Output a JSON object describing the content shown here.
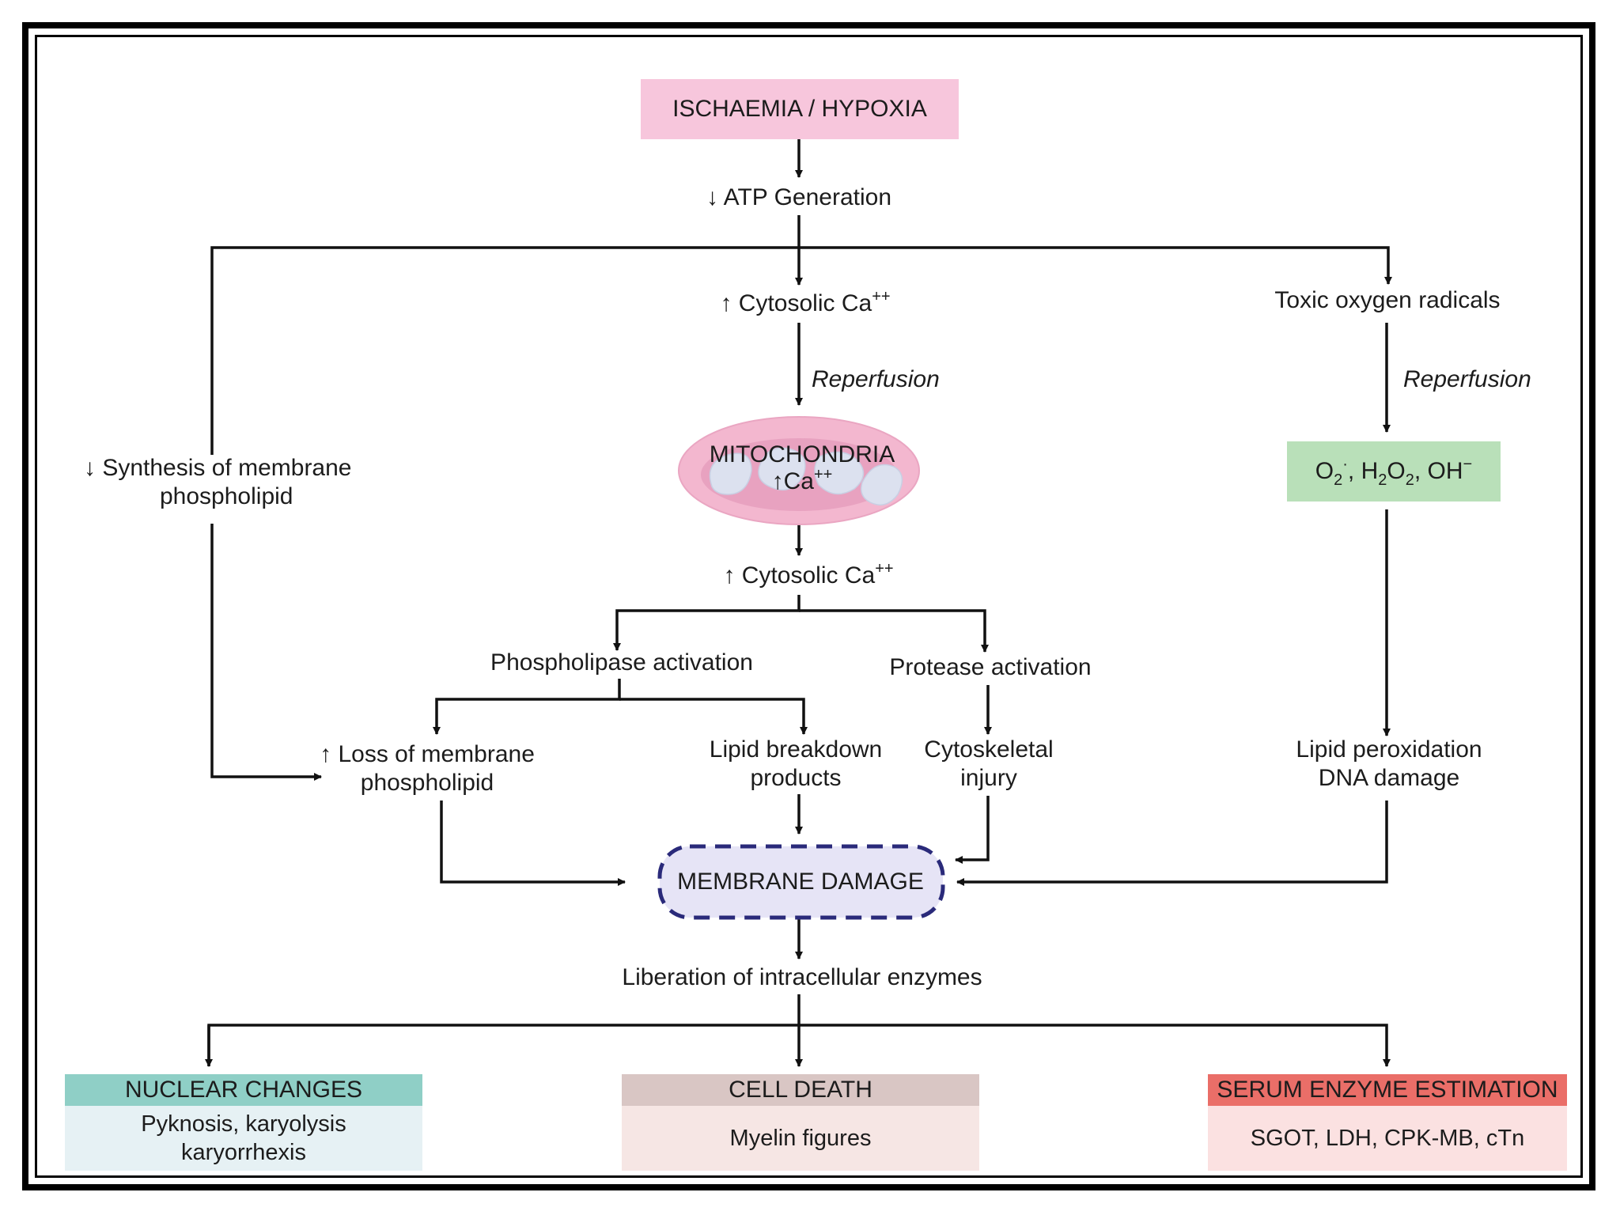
{
  "nodes": {
    "ischaemia": "ISCHAEMIA / HYPOXIA",
    "atp": "ATP Generation",
    "cytosolic_ca_1": "Cytosolic Ca",
    "toxic_radicals": "Toxic oxygen radicals",
    "reperfusion_1": "Reperfusion",
    "reperfusion_2": "Reperfusion",
    "synthesis_line1": "Synthesis of membrane",
    "synthesis_line2": "phospholipid",
    "mitochondria": "MITOCHONDRIA",
    "mito_ca": "Ca",
    "cytosolic_ca_2": "Cytosolic Ca",
    "phospholipase": "Phospholipase activation",
    "protease": "Protease activation",
    "loss_line1": "Loss of membrane",
    "loss_line2": "phospholipid",
    "lipid_breakdown_line1": "Lipid breakdown",
    "lipid_breakdown_line2": "products",
    "cytoskeletal_line1": "Cytoskeletal",
    "cytoskeletal_line2": "injury",
    "lipid_perox_line1": "Lipid peroxidation",
    "lipid_perox_line2": "DNA damage",
    "membrane_damage": "MEMBRANE DAMAGE",
    "liberation": "Liberation of intracellular enzymes"
  },
  "symbols": {
    "down_arrow": "↓",
    "up_arrow": "↑",
    "plus_plus": "++",
    "o2": "O",
    "two": "2",
    "dot_minus": "·",
    "h2o2_h": "H",
    "h2o2_o": "O",
    "comma": ", ",
    "oh": "OH",
    "minus": "−"
  },
  "outcomes": [
    {
      "title": "NUCLEAR CHANGES",
      "body_line1": "Pyknosis, karyolysis",
      "body_line2": "karyorrhexis"
    },
    {
      "title": "CELL DEATH",
      "body_line1": "Myelin figures",
      "body_line2": ""
    },
    {
      "title": "SERUM ENZYME ESTIMATION",
      "body_line1": "SGOT, LDH, CPK-MB, cTn",
      "body_line2": ""
    }
  ],
  "colors": {
    "ischaemia_fill": "#f7c6dc",
    "ros_fill": "#b9e0b9",
    "mito_outer": "#f3b7cf",
    "mito_inner": "#dce1ef",
    "membrane_fill": "#e6e4f6",
    "membrane_border": "#2a2a7a",
    "nuclear_head": "#8fcfc6",
    "nuclear_body": "#e6f1f4",
    "death_head": "#d9c6c4",
    "death_body": "#f6e6e4",
    "serum_head": "#ea6e68",
    "serum_body": "#fbe1e1"
  }
}
